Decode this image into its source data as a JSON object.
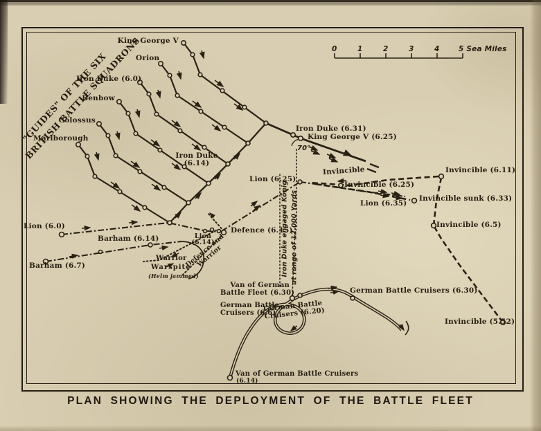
{
  "caption": "PLAN SHOWING THE DEPLOYMENT OF THE BATTLE FLEET",
  "corner_title": {
    "line1": "\"GUIDES\" OF THE SIX",
    "line2": "BRITISH BATTLE SQUADRONS"
  },
  "scale": {
    "ticks": [
      "0",
      "1",
      "2",
      "3",
      "4"
    ],
    "end_label": "5 Sea Miles"
  },
  "labels": {
    "king_george_v": "King George V",
    "orion": "Orion",
    "iron_duke_60": "Iron Duke (6.0)",
    "benbow": "Benbow",
    "colossus": "Colossus",
    "marlborough": "Marlborough",
    "iron_duke_631": "Iron Duke (6.31)",
    "king_george_v_625": "King George V (6.25)",
    "angle_70": "70°",
    "iron_duke_614_l1": "Iron Duke",
    "iron_duke_614_l2": "(6.14)",
    "lion_625": "Lion (6.25)",
    "invincible": "Invincible",
    "invincible_625": "Invincible (6.25)",
    "lion_635": "Lion (6.35)",
    "invincible_611": "Invincible (6.11)",
    "invincible_sunk_633": "Invincible sunk (6.33)",
    "invincible_65": "Invincible (6.5)",
    "invincible_552": "Invincible (5.52)",
    "lion_60": "Lion (6.0)",
    "barham_614": "Barham (6.14)",
    "barham_67": "Barham (6.7)",
    "lion_614_l1": "Lion",
    "lion_614_l2": "(6.14)",
    "defence_615": "Defence (6.15)",
    "warrior": "Warrior",
    "warspite": "Warspite",
    "helm_jammed": "(Helm jammed)",
    "defence_and_warrior_l1": "Defence and",
    "defence_and_warrior_l2": "Warrior",
    "konig_l1": "Iron Duke engaged König",
    "konig_l2": "at range of 12,000 Yards",
    "van_german_fleet_l1": "Van of German",
    "van_german_fleet_l2": "Battle Fleet (6.30)",
    "gbc_66_l1": "German Battle",
    "gbc_66_l2": "Cruisers (6.6)",
    "gbc_620_l1": "German Battle",
    "gbc_620_l2": "Cruisers (6.20)",
    "gbc_630": "German Battle Cruisers (6.30)",
    "van_gbc_614_l1": "Van of German Battle Cruisers",
    "van_gbc_614_l2": "(6.14)"
  },
  "colors": {
    "paper": "#d9ceb1",
    "ink": "#292214",
    "label_ink": "#241c0f"
  }
}
